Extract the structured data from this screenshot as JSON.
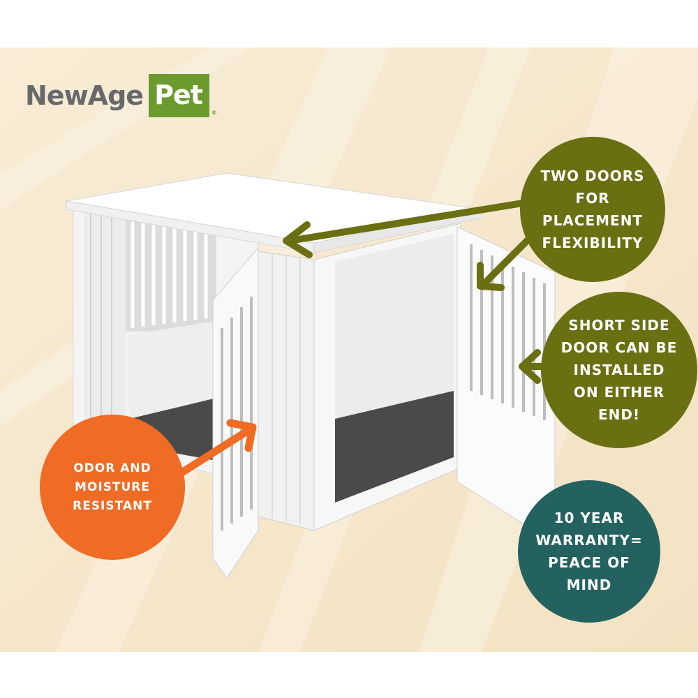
{
  "logo": {
    "brand_main": "NewAge",
    "brand_accent": "Pet",
    "registered": "®"
  },
  "callouts": {
    "doors": {
      "lines": [
        "TWO DOORS",
        "FOR",
        "PLACEMENT",
        "FLEXIBILITY"
      ],
      "color": "#6a6f12"
    },
    "side": {
      "lines": [
        "SHORT SIDE",
        "DOOR CAN BE",
        "INSTALLED",
        "ON EITHER",
        "END!"
      ],
      "color": "#6a6f12"
    },
    "warranty": {
      "lines": [
        "10 YEAR",
        "WARRANTY=",
        "PEACE OF",
        "MIND"
      ],
      "color": "#24625f"
    },
    "odor": {
      "lines": [
        "ODOR AND",
        "MOISTURE",
        "RESISTANT"
      ],
      "color": "#f06b23"
    }
  },
  "colors": {
    "background": "#f7ead3",
    "arrow_olive": "#6a6f12",
    "arrow_orange": "#f06b23",
    "logo_gray": "#67696c",
    "logo_green": "#6d9a2e"
  },
  "icons": {
    "product": "dog-crate-furniture-white"
  }
}
